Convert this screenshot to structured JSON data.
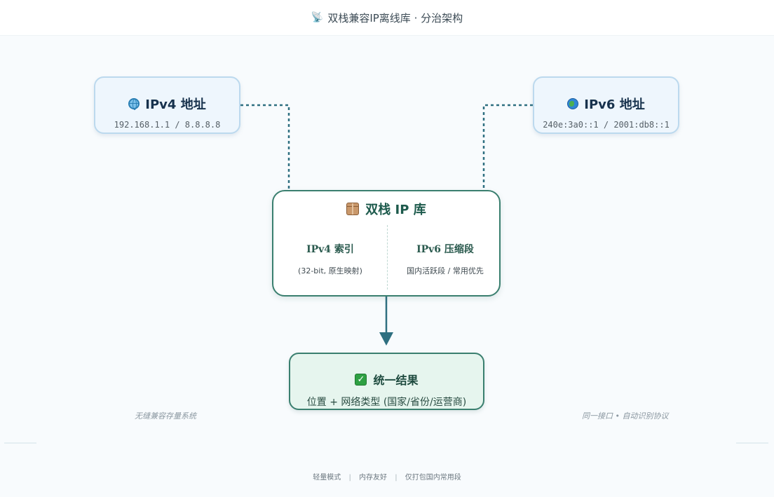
{
  "header": {
    "icon": "satellite-antenna-icon",
    "title": "双栈兼容IP离线库 · 分治架构"
  },
  "nodes": {
    "ipv4": {
      "icon": "globe-meridians-icon",
      "title": "IPv4 地址",
      "sub": "192.168.1.1 / 8.8.8.8"
    },
    "ipv6": {
      "icon": "globe-earth-icon",
      "title": "IPv6 地址",
      "sub": "240e:3a0::1 / 2001:db8::1"
    },
    "db": {
      "icon": "package-icon",
      "title": "双栈 IP 库",
      "left": {
        "title": "IPv4 索引",
        "note": "(32-bit, 原生映射)"
      },
      "right": {
        "title": "IPv6 压缩段",
        "note": "国内活跃段 / 常用优先"
      }
    },
    "result": {
      "icon": "check-mark-icon",
      "check": "✓",
      "title": "统一结果",
      "sub": "位置 + 网络类型 (国家/省份/运营商)"
    }
  },
  "notes": {
    "left": "无缝兼容存量系统",
    "right": "同一接口 • 自动识别协议"
  },
  "footer": {
    "items": [
      "轻量模式",
      "内存友好",
      "仅打包国内常用段"
    ],
    "separator": "|"
  },
  "colors": {
    "connector": "#2e6f80",
    "main_border": "#3a7f6f",
    "addr_fill": "#eef6fd",
    "result_fill": "#e6f5ee"
  }
}
